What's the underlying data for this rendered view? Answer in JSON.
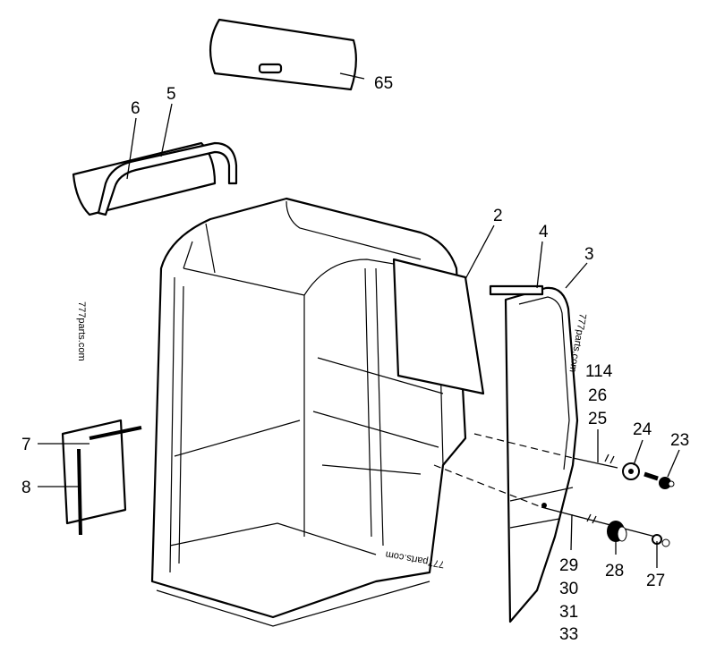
{
  "diagram": {
    "labels": {
      "p65": "65",
      "p6": "6",
      "p5": "5",
      "p2": "2",
      "p4": "4",
      "p3": "3",
      "p114": "114",
      "p26": "26",
      "p25": "25",
      "p24": "24",
      "p23": "23",
      "p7": "7",
      "p8": "8",
      "p29": "29",
      "p30": "30",
      "p31": "31",
      "p33": "33",
      "p28": "28",
      "p27": "27"
    },
    "watermarks": [
      "777parts.com",
      "777parts.com",
      "777parts.com"
    ]
  }
}
